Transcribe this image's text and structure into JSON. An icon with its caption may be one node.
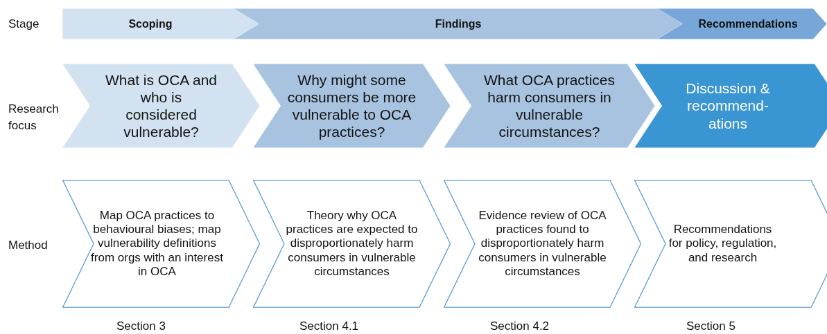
{
  "diagram": {
    "nodes": [
      {
        "text": [
          "Scoping"
        ]
      },
      {
        "text": [
          "Findings"
        ]
      },
      {
        "text": [
          "Recommendations"
        ]
      },
      {
        "text": [
          "What is OCA and who is considered vulnerable?"
        ]
      },
      {
        "text": [
          "Why might some consumers be more vulnerable to OCA practices?"
        ]
      },
      {
        "text": [
          "What OCA practices harm consumers in vulnerable circumstances?"
        ]
      },
      {
        "text": [
          "Discussion & recommend-ations"
        ]
      },
      {
        "text": [
          "Map OCA practices to behavioural biases; map vulnerability definitions from orgs with an interest in OCA"
        ],
        "beside": [
          "Section 3"
        ]
      },
      {
        "text": [
          "Theory why OCA practices are expected to disproportionately harm consumers in vulnerable circumstances"
        ],
        "beside": [
          "Section 4.1"
        ]
      },
      {
        "text": [
          "Evidence review of OCA practices found to disproportionately harm consumers in vulnerable circumstances"
        ],
        "beside": [
          "Section 4.2"
        ]
      },
      {
        "text": [
          "Recommendations for policy, regulation, and research"
        ],
        "beside": [
          "Section 5"
        ]
      }
    ],
    "edges": [],
    "labels": [
      "Stage",
      "Research focus",
      "Method"
    ]
  }
}
